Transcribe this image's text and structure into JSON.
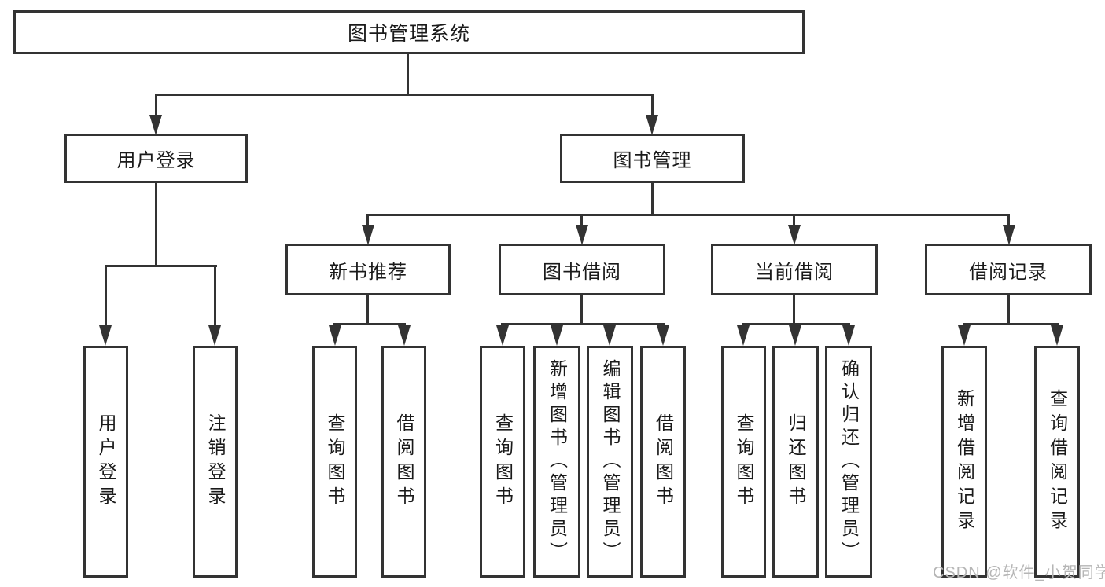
{
  "tree": {
    "root": "图书管理系统",
    "children": [
      {
        "label": "用户登录",
        "children": [
          "用户登录",
          "注销登录"
        ]
      },
      {
        "label": "图书管理",
        "children": [
          {
            "label": "新书推荐",
            "children": [
              "查询图书",
              "借阅图书"
            ]
          },
          {
            "label": "图书借阅",
            "children": [
              "查询图书",
              "新增图书（管理员）",
              "编辑图书（管理员）",
              "借阅图书"
            ]
          },
          {
            "label": "当前借阅",
            "children": [
              "查询图书",
              "归还图书",
              "确认归还（管理员）"
            ]
          },
          {
            "label": "借阅记录",
            "children": [
              "新增借阅记录",
              "查询借阅记录"
            ]
          }
        ]
      }
    ]
  },
  "watermark": {
    "text": "CSDN @软件_小贺同学"
  },
  "colors": {
    "line": "#333333",
    "text": "#1a1a1a",
    "watermark": "#b5b5b5",
    "background": "#ffffff"
  }
}
